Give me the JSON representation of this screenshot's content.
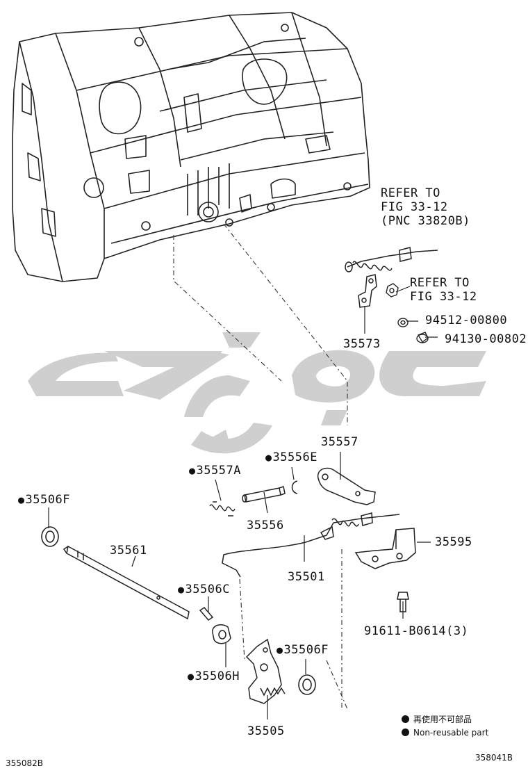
{
  "refer_1": {
    "line1": "REFER TO",
    "line2": "FIG 33-12",
    "line3": "(PNC 33820B)"
  },
  "refer_2": {
    "line1": "REFER TO",
    "line2": "FIG 33-12"
  },
  "parts": {
    "p94512": "94512-00800",
    "p94130": "94130-00802",
    "p35573": "35573",
    "p35557": "35557",
    "p35556E": "35556E",
    "p35557A": "35557A",
    "p35556": "35556",
    "p35506F_a": "35506F",
    "p35561": "35561",
    "p35595": "35595",
    "p35501": "35501",
    "p35506C": "35506C",
    "p91611": "91611-B0614(3)",
    "p35506F_b": "35506F",
    "p35506H": "35506H",
    "p35505": "35505"
  },
  "legend": {
    "line_jp": "再使用不可部品",
    "line_en": "Non-reusable part"
  },
  "footer": {
    "left_code": "355082B",
    "right_code": "358041B"
  },
  "watermark_color": "#cfcfcf"
}
